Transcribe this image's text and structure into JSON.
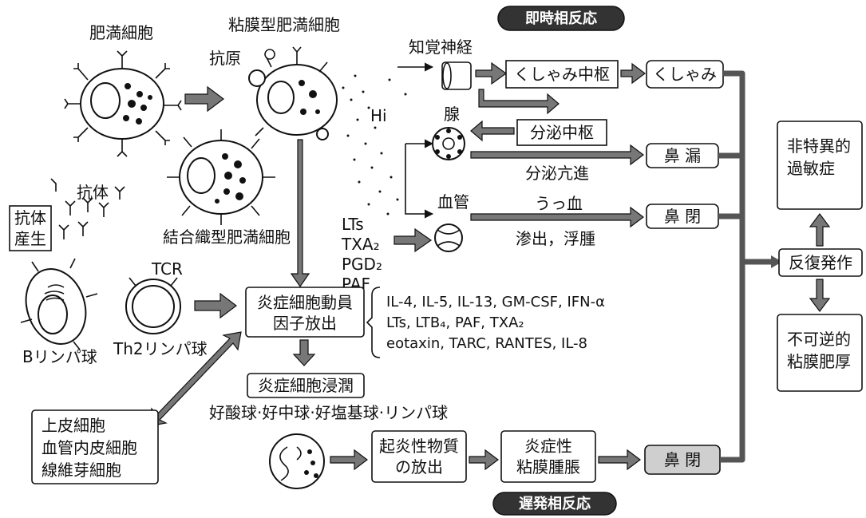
{
  "reactions": {
    "immediate": "即時相反応",
    "late": "遅発相反応"
  },
  "cells": {
    "mast": "肥満細胞",
    "mucosal_mast": "粘膜型肥満細胞",
    "connective_mast": "結合織型肥満細胞",
    "b_cell": "Bリンパ球",
    "th2": "Th2リンパ球",
    "tcr": "TCR",
    "antigen": "抗原",
    "antibody": "抗体",
    "antibody_production": [
      "抗体",
      "産生"
    ],
    "hi": "Hi"
  },
  "mediators": [
    "LTs",
    "TXA₂",
    "PGD₂",
    "PAF"
  ],
  "pathway": {
    "sensory_nerve": "知覚神経",
    "sneeze_center": "くしゃみ中枢",
    "sneeze": "くしゃみ",
    "gland": "腺",
    "secretion_center": "分泌中枢",
    "secretion_increase": "分泌亢進",
    "rhinorrhea": "鼻 漏",
    "vessel": "血管",
    "congestion": "うっ血",
    "exudation": "渗出，浮腫",
    "nasal_block": "鼻 閉",
    "nasal_block_late": "鼻 閉"
  },
  "inflammation": {
    "mobilization": [
      "炎症細胞動員",
      "因子放出"
    ],
    "factors": [
      "IL-4, IL-5, IL-13, GM-CSF, IFN-α",
      "LTs, LTB₄, PAF, TXA₂",
      "eotaxin, TARC, RANTES, IL-8"
    ],
    "infiltration": "炎症細胞浸潤",
    "infiltrating_cells": "好酸球·好中球·好塩基球·リンパ球",
    "release": [
      "起炎性物質",
      "の放出"
    ],
    "swelling": [
      "炎症性",
      "粘膜腫脹"
    ],
    "tissue_cells": [
      "上皮細胞",
      "血管内皮細胞",
      "線維芽細胞"
    ]
  },
  "outcomes": {
    "hypersensitivity": [
      "非特異的",
      "過敏症"
    ],
    "repeated": "反復発作",
    "thickening": [
      "不可逆的",
      "粘膜肥厚"
    ]
  }
}
